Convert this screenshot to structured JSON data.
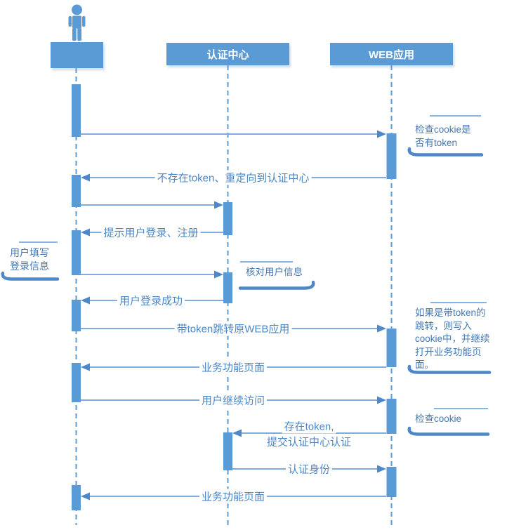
{
  "colors": {
    "shape_blue": "#5B9BD5",
    "line_blue": "#7FACDC",
    "arrowhead_blue": "#4E88C8",
    "label_text_blue": "#4C87C7",
    "note_text_blue": "#4679B2"
  },
  "diagram": {
    "participants": [
      {
        "label": "",
        "type": "actor"
      },
      {
        "label": "认证中心",
        "type": "object"
      },
      {
        "label": "WEB应用",
        "type": "object"
      }
    ],
    "messages": [
      {
        "from": 0,
        "to": 2,
        "label": ""
      },
      {
        "from": 2,
        "to": 0,
        "label": "不存在token、重定向到认证中心"
      },
      {
        "from": 0,
        "to": 1,
        "label": ""
      },
      {
        "from": 1,
        "to": 0,
        "label": "提示用户登录、注册"
      },
      {
        "from": 0,
        "to": 1,
        "label": ""
      },
      {
        "from": 1,
        "to": 0,
        "label": "用户登录成功"
      },
      {
        "from": 0,
        "to": 2,
        "label": "带token跳转原WEB应用"
      },
      {
        "from": 2,
        "to": 0,
        "label": "业务功能页面"
      },
      {
        "from": 0,
        "to": 2,
        "label": "用户继续访问"
      },
      {
        "from": 2,
        "to": 1,
        "label_line1": "存在token,",
        "label_line2": "提交认证中心认证"
      },
      {
        "from": 1,
        "to": 2,
        "label": "认证身份"
      },
      {
        "from": 2,
        "to": 0,
        "label": "业务功能页面"
      }
    ],
    "notes": [
      {
        "side": "right",
        "text": "检查cookie是\n否有token"
      },
      {
        "side": "left",
        "text": "用户填写\n登录信息"
      },
      {
        "side": "middle",
        "text": "核对用户信息"
      },
      {
        "side": "right",
        "text": "如果是带token的\n跳转，则写入\ncookie中，并继续\n打开业务功能页\n面。"
      },
      {
        "side": "right",
        "text": "检查cookie"
      }
    ]
  }
}
